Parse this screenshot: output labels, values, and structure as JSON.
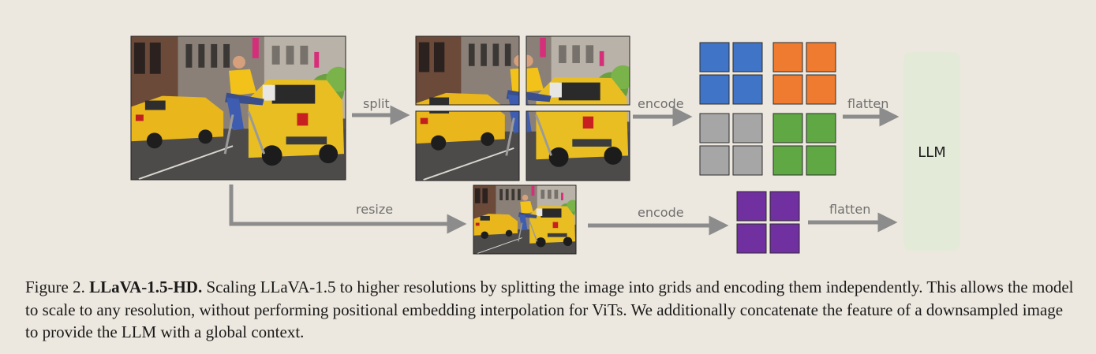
{
  "labels": {
    "split": "split",
    "encode_top": "encode",
    "flatten_top": "flatten",
    "resize": "resize",
    "encode_bottom": "encode",
    "flatten_bottom": "flatten",
    "llm": "LLM"
  },
  "colors": {
    "blue": "#3f74c6",
    "orange": "#ee7b30",
    "gray": "#a6a6a6",
    "green": "#5fa844",
    "purple": "#7030a0",
    "llm_box": "#e3ead8",
    "arrow": "#8c8c8c"
  },
  "images": {
    "description": "photo-street-taxi-man-ironing"
  },
  "caption": {
    "prefix": "Figure 2. ",
    "title": "LLaVA-1.5-HD.",
    "body": " Scaling LLaVA-1.5 to higher resolutions by splitting the image into grids and encoding them independently. This allows the model to scale to any resolution, without performing positional embedding interpolation for ViTs. We additionally concatenate the feature of a downsampled image to provide the LLM with a global context."
  }
}
